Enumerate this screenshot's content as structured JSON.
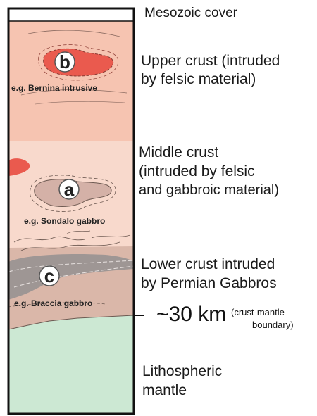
{
  "layers": {
    "mesozoic": {
      "label": "Mesozoic cover",
      "color": "#ffffff"
    },
    "upper_crust": {
      "label_line1": "Upper crust (intruded",
      "label_line2": "by felsic material)",
      "color": "#f6c5b2"
    },
    "middle_crust": {
      "label_line1": "Middle crust",
      "label_line2": "(intruded by felsic",
      "label_line3": "and gabbroic material)",
      "color": "#f8d6c8"
    },
    "lower_crust": {
      "label_line1": "Lower crust intruded",
      "label_line2": "by Permian Gabbros",
      "color": "#d9b2a4"
    },
    "mantle": {
      "label_line1": "Lithospheric",
      "label_line2": "mantle",
      "color": "#cbe7d2"
    }
  },
  "intrusions": {
    "b": {
      "letter": "b",
      "example": "e.g. Bernina intrusive",
      "color": "#ea5a4e"
    },
    "a": {
      "letter": "a",
      "example": "e.g. Sondalo gabbro",
      "color": "#d3b0a6"
    },
    "c": {
      "letter": "c",
      "example": "e.g. Braccia gabbro",
      "color": "#9d9593"
    }
  },
  "moho": {
    "depth_label": "~30 km",
    "note_line1": "(crust-mantle",
    "note_line2": "boundary)"
  }
}
